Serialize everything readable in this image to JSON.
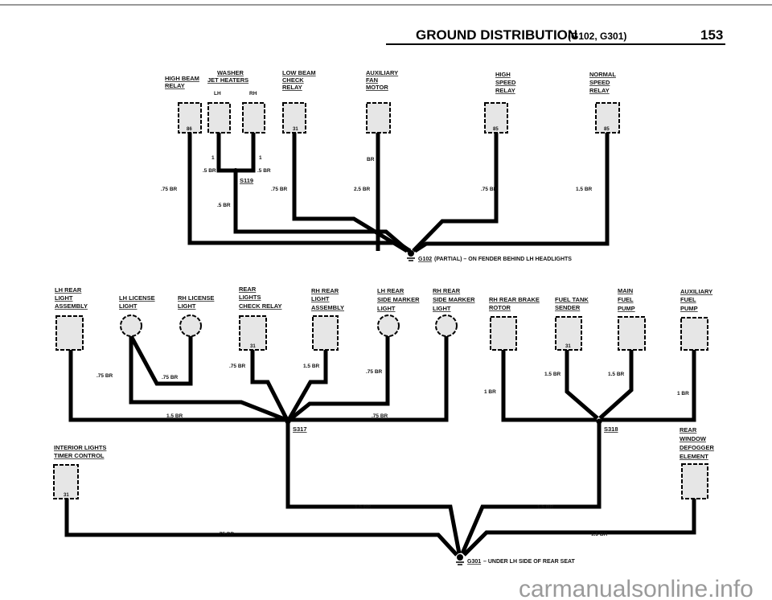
{
  "header": {
    "title": "GROUND DISTRIBUTION",
    "subtitle": "(G102, G301)",
    "page": "153"
  },
  "grounds": {
    "g102": {
      "id": "G102",
      "desc": "(PARTIAL) – ON FENDER BEHIND LH HEADLIGHTS"
    },
    "g301": {
      "id": "G301",
      "desc": "– UNDER LH SIDE OF REAR SEAT"
    }
  },
  "splices": {
    "s119": "S119",
    "s317": "S317",
    "s318": "S318"
  },
  "components": {
    "high_beam_relay": {
      "label": [
        "HIGH BEAM",
        "RELAY"
      ],
      "pin": "86"
    },
    "washer_jet_heaters": {
      "label": [
        "WASHER",
        "JET HEATERS"
      ],
      "lh": "LH",
      "rh": "RH",
      "pin_lh": "1",
      "pin_rh": "1"
    },
    "low_beam_check_relay": {
      "label": [
        "LOW BEAM",
        "CHECK",
        "RELAY"
      ],
      "pin": "31"
    },
    "auxiliary_fan_motor": {
      "label": [
        "AUXILIARY",
        "FAN",
        "MOTOR"
      ],
      "wire": "BR"
    },
    "high_speed_relay": {
      "label": [
        "HIGH",
        "SPEED",
        "RELAY"
      ],
      "pin": "85"
    },
    "normal_speed_relay": {
      "label": [
        "NORMAL",
        "SPEED",
        "RELAY"
      ],
      "pin": "85"
    },
    "lh_rear_light_assembly": {
      "label": [
        "LH REAR",
        "LIGHT",
        "ASSEMBLY"
      ]
    },
    "lh_license_light": {
      "label": [
        "LH LICENSE",
        "LIGHT"
      ]
    },
    "rh_license_light": {
      "label": [
        "RH LICENSE",
        "LIGHT"
      ]
    },
    "rear_lights_check_relay": {
      "label": [
        "REAR",
        "LIGHTS",
        "CHECK RELAY"
      ],
      "pin": "31"
    },
    "rh_rear_light_assembly": {
      "label": [
        "RH REAR",
        "LIGHT",
        "ASSEMBLY"
      ]
    },
    "lh_rear_side_marker_light": {
      "label": [
        "LH REAR",
        "SIDE MARKER",
        "LIGHT"
      ]
    },
    "rh_rear_side_marker_light": {
      "label": [
        "RH REAR",
        "SIDE MARKER",
        "LIGHT"
      ]
    },
    "rh_rear_brake_rotor": {
      "label": [
        "RH REAR BRAKE",
        "ROTOR"
      ]
    },
    "fuel_tank_sender": {
      "label": [
        "FUEL TANK",
        "SENDER"
      ],
      "pin": "31"
    },
    "main_fuel_pump": {
      "label": [
        "MAIN",
        "FUEL",
        "PUMP"
      ]
    },
    "auxiliary_fuel_pump": {
      "label": [
        "AUXILIARY",
        "FUEL",
        "PUMP"
      ]
    },
    "rear_window_defogger_element": {
      "label": [
        "REAR",
        "WINDOW",
        "DEFOGGER",
        "ELEMENT"
      ]
    },
    "interior_lights_timer_control": {
      "label": [
        "INTERIOR LIGHTS",
        "TIMER CONTROL"
      ],
      "pin": "31"
    }
  },
  "wires": [
    ".75 BR",
    ".5 BR",
    ".5 BR",
    ".5 BR",
    ".75 BR",
    "2.5 BR",
    ".75 BR",
    "1.5 BR",
    ".75 BR",
    ".75 BR",
    "1.5 BR",
    ".75 BR",
    "1.5 BR",
    ".75 BR",
    ".75 BR",
    "1 BR",
    "1.5 BR",
    "1.5 BR",
    "1 BR",
    "1.5 BR",
    "1.5 BR",
    ".75 BR",
    "1.5 BR"
  ],
  "watermark": "carmanualsonline.info"
}
